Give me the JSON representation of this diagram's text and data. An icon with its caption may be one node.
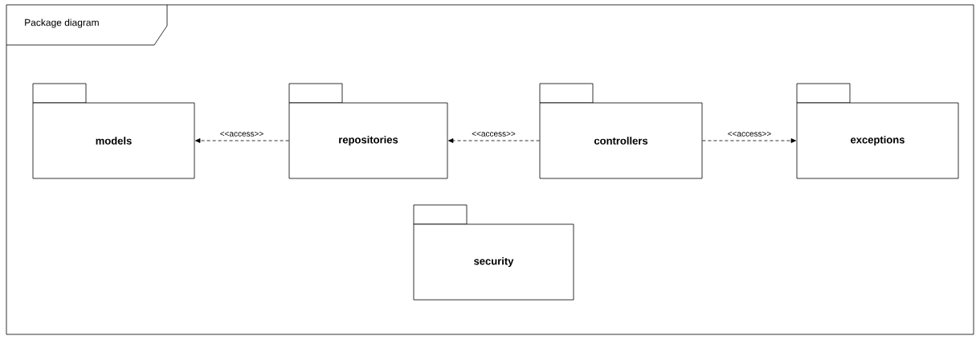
{
  "diagram": {
    "nodes": [
      {
        "text": [
          "Package diagram"
        ]
      },
      {
        "text": [
          "models"
        ],
        "in": 0
      },
      {
        "text": [
          "repositories"
        ],
        "in": 0
      },
      {
        "text": [
          "controllers"
        ],
        "in": 0
      },
      {
        "text": [
          "exceptions"
        ],
        "in": 0
      },
      {
        "text": [
          "security"
        ],
        "in": 0
      }
    ],
    "edges": [
      {
        "from": 2,
        "to": 1,
        "arrow": "to",
        "label": "<<access>>",
        "style": "dashed"
      },
      {
        "from": 3,
        "to": 2,
        "arrow": "to",
        "label": "<<access>>",
        "style": "dashed"
      },
      {
        "from": 3,
        "to": 4,
        "arrow": "to",
        "label": "<<access>>",
        "style": "dashed"
      }
    ]
  }
}
